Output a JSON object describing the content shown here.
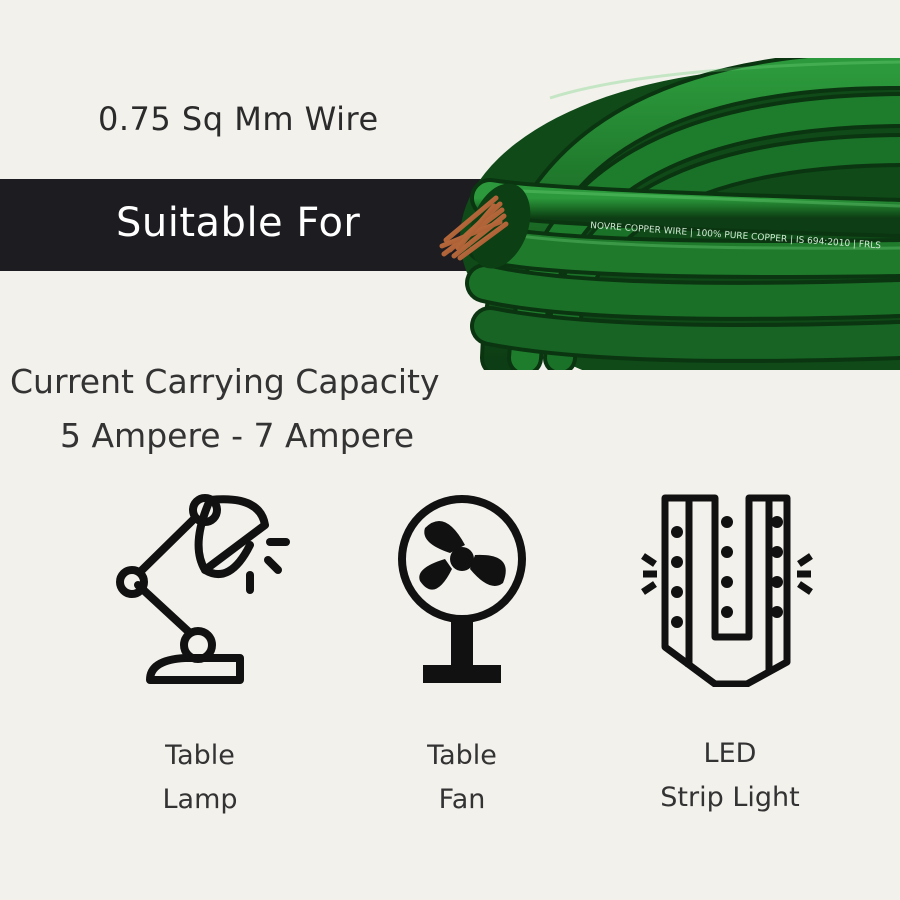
{
  "header": {
    "wire_title": "0.75 Sq Mm Wire",
    "suitable_for": "Suitable For"
  },
  "capacity": {
    "line1": "Current Carrying Capacity",
    "line2": "5 Ampere - 7 Ampere"
  },
  "product_image": {
    "print_text": "NOVRE COPPER WIRE  |  100% PURE COPPER  |  IS 694:2010  |  FRLS",
    "wire_color": "#1f7a2c",
    "copper_color": "#b0582b"
  },
  "uses": [
    {
      "icon": "table-lamp-icon",
      "line1": "Table",
      "line2": "Lamp"
    },
    {
      "icon": "table-fan-icon",
      "line1": "Table",
      "line2": "Fan"
    },
    {
      "icon": "led-strip-icon",
      "line1": "LED",
      "line2": "Strip Light"
    }
  ]
}
